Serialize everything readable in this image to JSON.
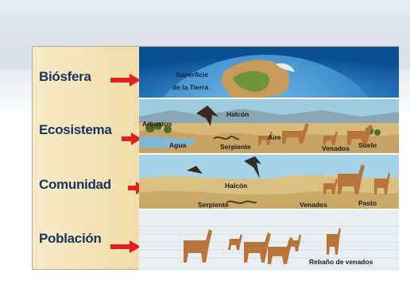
{
  "levels": [
    {
      "label": "Biósfera"
    },
    {
      "label": "Ecosistema"
    },
    {
      "label": "Comunidad"
    },
    {
      "label": "Población"
    }
  ],
  "biosphere": {
    "caption_line1": "Superficie",
    "caption_line2": "de la Tierra"
  },
  "ecosystem": {
    "arbustos": "Arbustos",
    "halcon": "Halcón",
    "agua": "Agua",
    "serpiente": "Serpiente",
    "aire": "Aire",
    "venados": "Venados",
    "suelo": "Suelo"
  },
  "community": {
    "halcon": "Halcón",
    "serpiente": "Serpiente",
    "venados": "Venados",
    "pasto": "Pasto"
  },
  "population": {
    "caption": "Rebaño de venados"
  },
  "colors": {
    "label_text": "#17355f",
    "arrow": "#e0201b",
    "label_column": "#f3e1b2"
  }
}
